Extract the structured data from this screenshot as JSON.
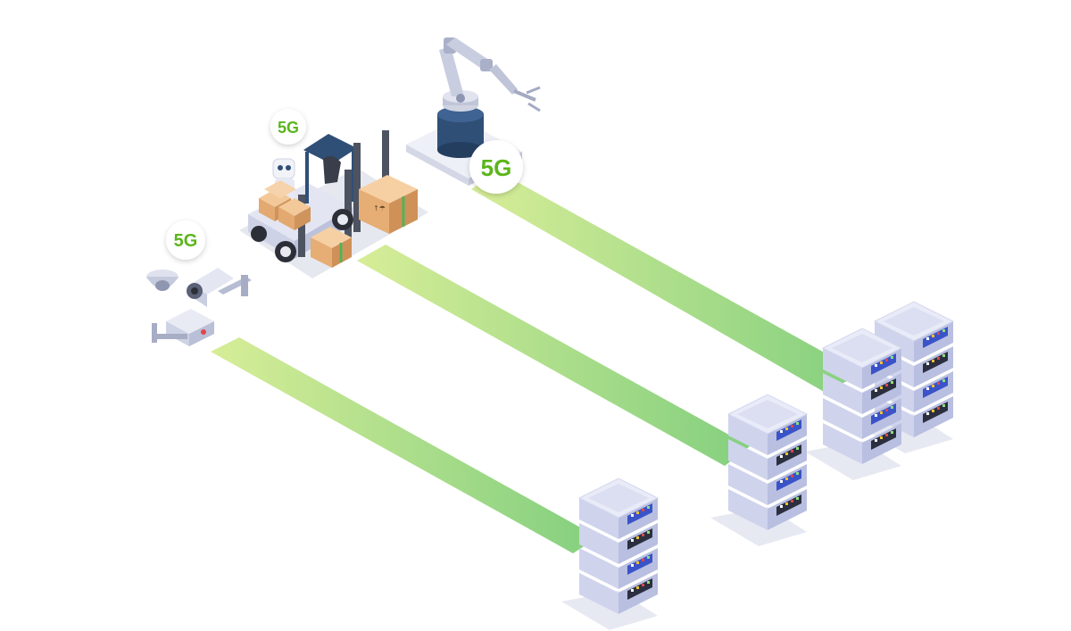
{
  "badges": {
    "robot_arm": "5G",
    "forklift": "5G",
    "cameras": "5G"
  },
  "colors": {
    "beam_start": "#d3ea8f",
    "beam_end": "#7fcf76",
    "badge_text": "#5bb51e",
    "server_body": "#d9dcf2",
    "server_top": "#e9ebf8",
    "panel_blue": "#3b53c8",
    "robot_base": "#2f4f77",
    "box": "#e9b583"
  },
  "icons": [
    "robot-arm-icon",
    "forklift-icon",
    "security-camera-icon",
    "server-rack-icon"
  ]
}
